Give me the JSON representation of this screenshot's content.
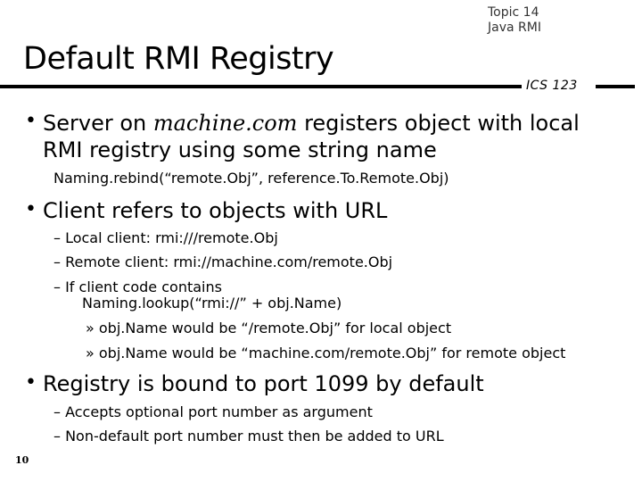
{
  "header": {
    "topic_line1": "Topic 14",
    "topic_line2": "Java RMI",
    "title": "Default RMI Registry",
    "course": "ICS 123"
  },
  "content": {
    "b1_pre": "Server on ",
    "b1_italic": "machine.com",
    "b1_post": " registers object with local",
    "b1_line2": "RMI registry using some string name",
    "b1_code": "Naming.rebind(“remote.Obj”, reference.To.Remote.Obj)",
    "b2": "Client refers to objects with URL",
    "b2_sub1": "– Local client:  rmi:///remote.Obj",
    "b2_sub2": "– Remote client: rmi://machine.com/remote.Obj",
    "b2_sub3": "– If client code contains",
    "b2_sub3_code": "Naming.lookup(“rmi://” + obj.Name)",
    "b2_sub3_a": "» obj.Name would be “/remote.Obj” for local object",
    "b2_sub3_b": "» obj.Name would be “machine.com/remote.Obj” for remote object",
    "b3": "Registry is bound to port 1099 by default",
    "b3_sub1": "– Accepts optional port number as argument",
    "b3_sub2": "– Non-default port number must then be added to URL"
  },
  "footer": {
    "page_number": "10"
  }
}
